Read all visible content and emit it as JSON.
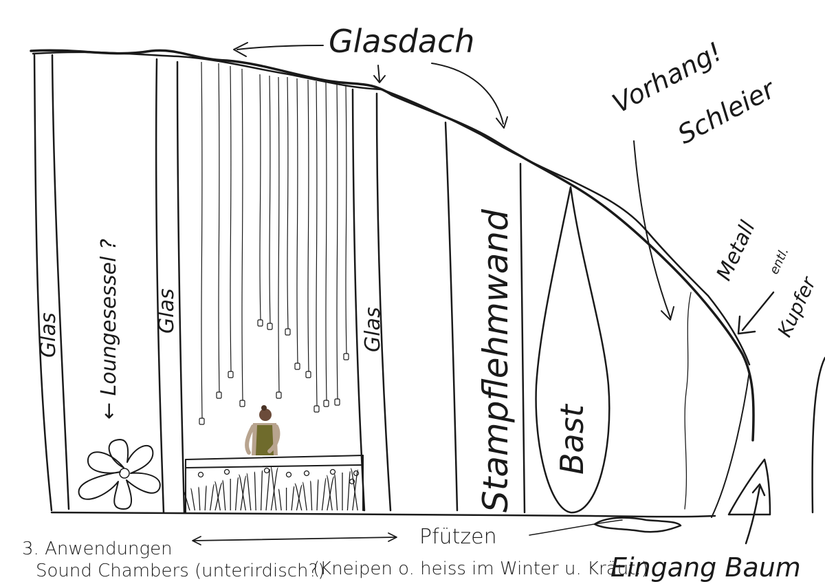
{
  "labels": {
    "glasdach": "Glasdach",
    "vorhang": "Vorhang!",
    "schleier": "Schleier",
    "metall": "Metall",
    "entl": "entl.",
    "kupfer": "Kupfer",
    "glas_left": "Glas",
    "glas_mid": "Glas",
    "glas_right": "Glas",
    "loungesessel": "← Loungesessel ?",
    "stampflehmwand": "Stampflehmwand",
    "bast": "Bast",
    "anwendungen": "3. Anwendungen",
    "sound_chambers": "Sound Chambers (unterirdisch?)",
    "pfuetzen": "Pfützen",
    "pfuetzen_note": "(Kneipen o. heiss im Winter u. Kräut.)",
    "eingang": "Eingang Baum"
  }
}
